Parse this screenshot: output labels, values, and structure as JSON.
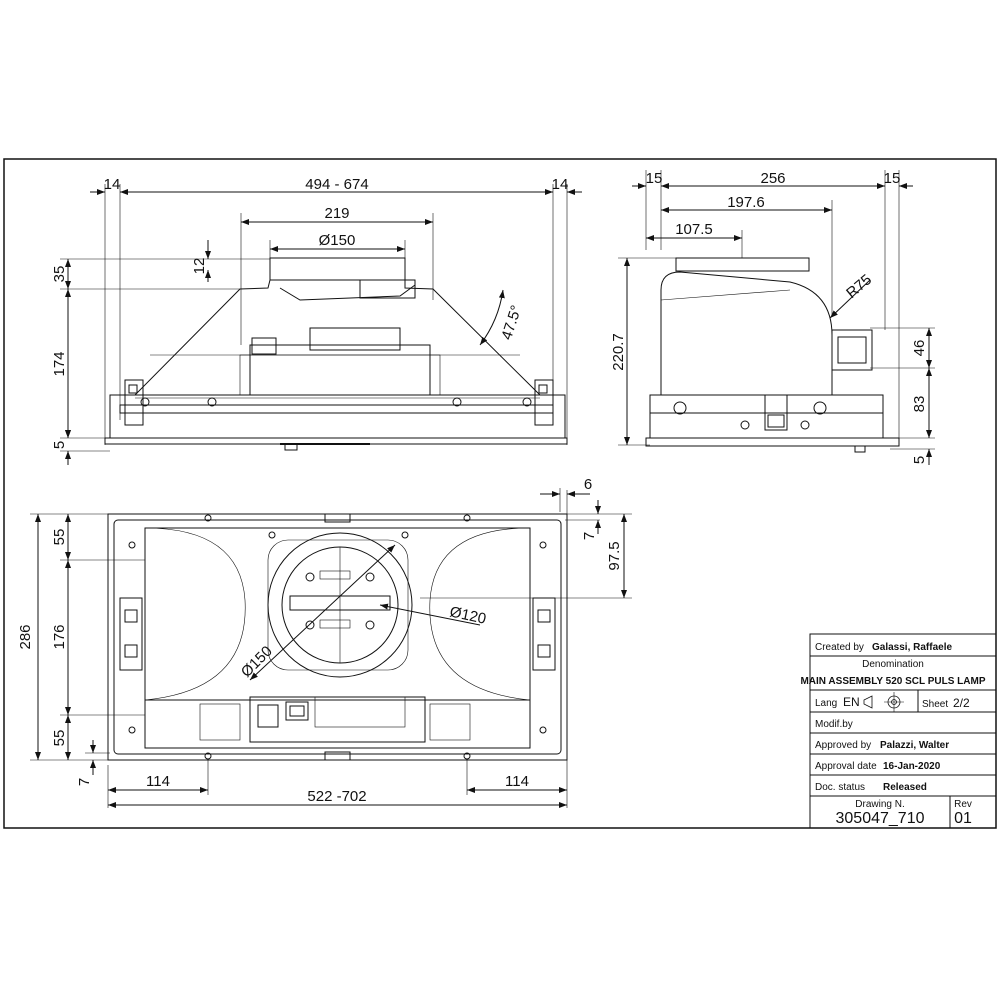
{
  "front_view": {
    "overall_width": "494 - 674",
    "side_left": "14",
    "side_right": "14",
    "top_width": "219",
    "outlet_diameter": "Ø150",
    "height_outlet": "35",
    "height_collar": "12",
    "height_body": "174",
    "height_base": "5",
    "angle": "47.5°"
  },
  "side_view": {
    "margin_left": "15",
    "depth": "256",
    "margin_right": "15",
    "depth_inner": "197.6",
    "depth_outlet": "107.5",
    "radius": "R75",
    "total_height": "220.7",
    "height_lamp": "46",
    "height_lower": "83",
    "height_base": "5"
  },
  "bottom_view": {
    "overall_width": "522 -702",
    "edge_left": "114",
    "edge_right": "114",
    "total_depth": "286",
    "depth_front": "55",
    "depth_mid": "176",
    "depth_back": "55",
    "offset_bottom": "7",
    "offset_top": "7",
    "offset_right": "6",
    "center_depth": "97.5",
    "filter_diameter": "Ø120",
    "outlet_diameter": "Ø150"
  },
  "title_block": {
    "created_label": "Created by",
    "created_value": "Galassi, Raffaele",
    "denomination_label": "Denomination",
    "denomination_value": "MAIN ASSEMBLY 520 SCL PULS LAMP",
    "lang_label": "Lang",
    "lang_value": "EN",
    "sheet_label": "Sheet",
    "sheet_value": "2/2",
    "modif_label": "Modif.by",
    "approved_label": "Approved by",
    "approved_value": "Palazzi, Walter",
    "approval_date_label": "Approval date",
    "approval_date_value": "16-Jan-2020",
    "status_label": "Doc. status",
    "status_value": "Released",
    "drawing_label": "Drawing N.",
    "drawing_value": "305047_710",
    "rev_label": "Rev",
    "rev_value": "01"
  }
}
